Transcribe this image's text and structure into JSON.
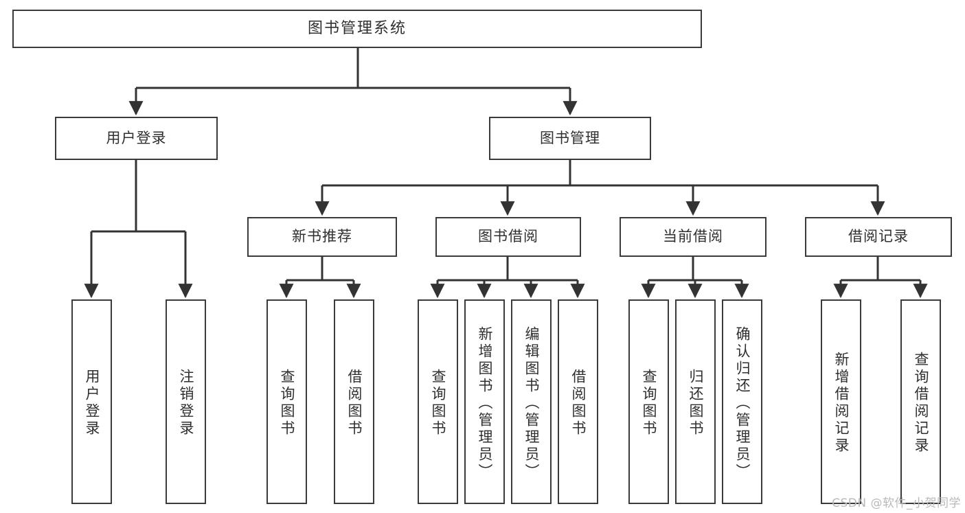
{
  "diagram": {
    "title": "图书管理系统",
    "type": "tree",
    "colors": {
      "box_border": "#3a3a3a",
      "box_fill": "#ffffff",
      "text": "#2f2f2f",
      "connector": "#333333",
      "watermark": "#b9b9b9",
      "background": "#ffffff"
    }
  },
  "watermark": {
    "text": "CSDN @软件_小贺同学"
  },
  "nodes": {
    "root": {
      "label": "图书管理系统"
    },
    "level1": [
      {
        "id": "user-login",
        "label": "用户登录"
      },
      {
        "id": "book-manage",
        "label": "图书管理"
      }
    ],
    "level2": [
      {
        "id": "new-book-recommend",
        "label": "新书推荐",
        "parent": "book-manage"
      },
      {
        "id": "book-borrow",
        "label": "图书借阅",
        "parent": "book-manage"
      },
      {
        "id": "current-borrow",
        "label": "当前借阅",
        "parent": "book-manage"
      },
      {
        "id": "borrow-record",
        "label": "借阅记录",
        "parent": "book-manage"
      }
    ],
    "leaves": [
      {
        "id": "leaf-user-login",
        "label": "用户登录",
        "parent": "user-login"
      },
      {
        "id": "leaf-user-logout",
        "label": "注销登录",
        "parent": "user-login"
      },
      {
        "id": "leaf-query-book-1",
        "label": "查询图书",
        "parent": "new-book-recommend"
      },
      {
        "id": "leaf-borrow-book-1",
        "label": "借阅图书",
        "parent": "new-book-recommend"
      },
      {
        "id": "leaf-query-book-2",
        "label": "查询图书",
        "parent": "book-borrow"
      },
      {
        "id": "leaf-add-book",
        "label": "新增图书（管理员）",
        "parent": "book-borrow"
      },
      {
        "id": "leaf-edit-book",
        "label": "编辑图书（管理员）",
        "parent": "book-borrow"
      },
      {
        "id": "leaf-borrow-book-2",
        "label": "借阅图书",
        "parent": "book-borrow"
      },
      {
        "id": "leaf-query-book-3",
        "label": "查询图书",
        "parent": "current-borrow"
      },
      {
        "id": "leaf-return-book",
        "label": "归还图书",
        "parent": "current-borrow"
      },
      {
        "id": "leaf-confirm-return",
        "label": "确认归还（管理员）",
        "parent": "current-borrow"
      },
      {
        "id": "leaf-add-record",
        "label": "新增借阅记录",
        "parent": "borrow-record"
      },
      {
        "id": "leaf-query-record",
        "label": "查询借阅记录",
        "parent": "borrow-record"
      }
    ]
  }
}
